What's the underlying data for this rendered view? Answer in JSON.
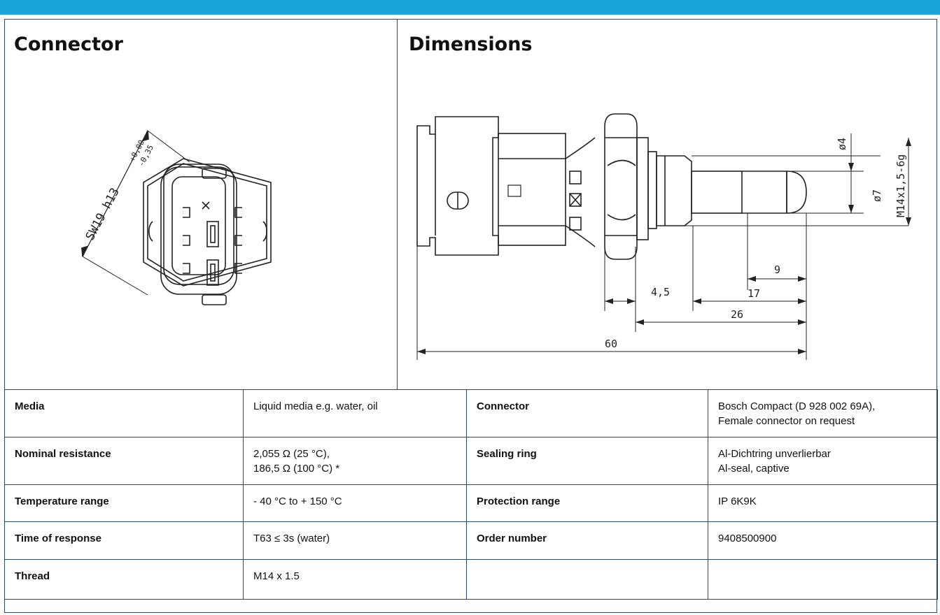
{
  "connector_panel": {
    "title": "Connector",
    "dimension_label": "SW19 h13",
    "tolerance_upper": "+0,00",
    "tolerance_lower": "-0,35"
  },
  "dimensions_panel": {
    "title": "Dimensions",
    "thread_label": "M14x1,5-6g",
    "d4": "ø4",
    "d7": "ø7",
    "len_9": "9",
    "len_17": "17",
    "len_4_5": "4,5",
    "len_26": "26",
    "len_60": "60"
  },
  "specs": [
    {
      "label1": "Media",
      "value1": "Liquid media e.g. water, oil",
      "label2": "Connector",
      "value2": "Bosch Compact (D 928 002 69A),\nFemale connector on request"
    },
    {
      "label1": "Nominal resistance",
      "value1": "2,055 Ω (25 °C),\n186,5 Ω (100 °C) *",
      "label2": "Sealing ring",
      "value2": "Al-Dichtring unverlierbar\nAl-seal, captive"
    },
    {
      "label1": "Temperature range",
      "value1": "- 40 °C to + 150 °C",
      "label2": "Protection range",
      "value2": "IP 6K9K"
    },
    {
      "label1": "Time of response",
      "value1": "T63 ≤ 3s (water)",
      "label2": "Order number",
      "value2": "9408500900"
    },
    {
      "label1": "Thread",
      "value1": "M14 x 1.5",
      "label2": "",
      "value2": ""
    }
  ],
  "colors": {
    "accent_bar": "#1aa3d9",
    "border": "#2b4a6a"
  }
}
